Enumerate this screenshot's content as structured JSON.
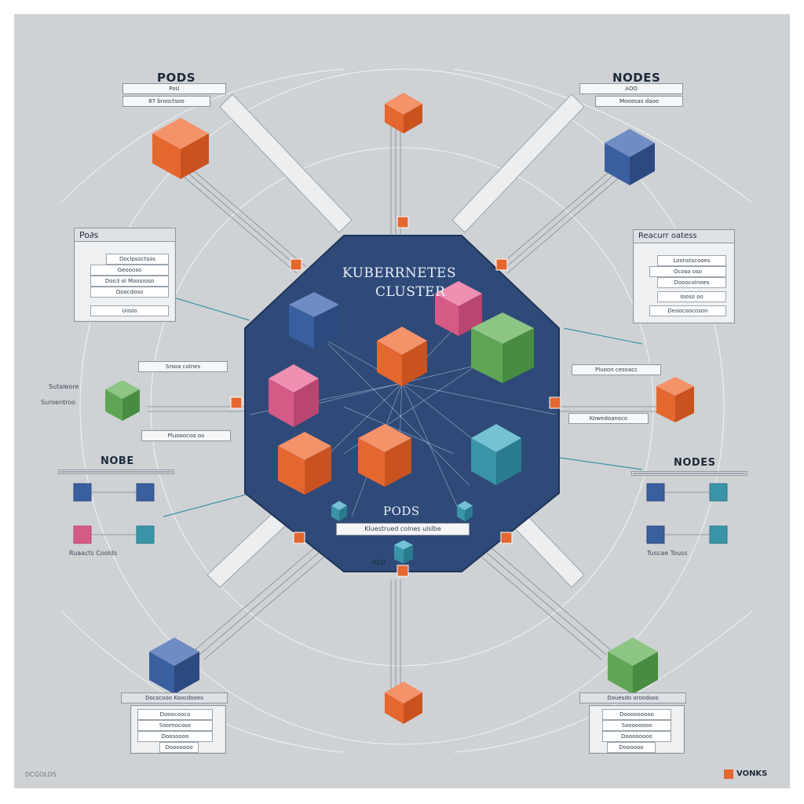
{
  "diagram": {
    "cluster_title_line1": "KUBERRNETES",
    "cluster_title_line2": "CLUSTER",
    "center_pods_label": "PODS",
    "center_pods_caption": "Kluestrued colnes ulslbe",
    "top_left_title": "PODS",
    "top_left_subtitle": "PoU",
    "top_left_tag": "87 brooctsoo",
    "top_right_title": "NODES",
    "top_right_subtitle": "AOO",
    "top_right_tag": "Mooesas daoo",
    "left_panel_title": "Po∂s",
    "left_panel_rows": [
      "Doclpsoctsos",
      "Geoooso",
      "Doo3 ol Moosroso",
      "Ooocdoso",
      "Uoslo"
    ],
    "right_panel_title": "Reacurr oatess",
    "right_panel_rows": [
      "Loonstscooes",
      "Ocoso oso",
      "Dooocolnoes",
      "Iooso oo",
      "Deoocoocoson"
    ],
    "left_mid_label1": "Srsoa colnes",
    "left_mid_label2": "Suroentroo",
    "left_mid_label3": "Pluooocoo oo",
    "left_side_label": "Sutaleore",
    "right_mid_label1": "Pluoon cesoacc",
    "right_mid_label2": "Kowedoanoco",
    "left_nodes_title": "NOBE",
    "right_nodes_title": "NODES",
    "left_nodes_caption": "Ruaacts Coolds",
    "right_nodes_caption": "Tuscae Touss",
    "bottom_left_tag": "Docscooo Koocdooes",
    "bottom_left_rows": [
      "Dooocooco",
      "Soomocoso",
      "Doosoooo",
      "Dooooooo"
    ],
    "bottom_right_tag": "Douesdo oroodsoo",
    "bottom_right_rows": [
      "Dooooooooo",
      "Soooooooo",
      "Doooooooo",
      "Doooooo"
    ],
    "bottom_center_label": "AEO",
    "footer_left": "DCGOLDS",
    "footer_right_logo_text": "VONKS"
  },
  "colors": {
    "background": "#cfd2d5",
    "cluster_navy": "#2f4a78",
    "orange": "#e4672f",
    "blue": "#3a5f9e",
    "pink": "#d55a86",
    "green": "#5ea655",
    "teal": "#3a94a8"
  },
  "icons": [
    "cube-icon",
    "node-icon",
    "logo-icon"
  ]
}
